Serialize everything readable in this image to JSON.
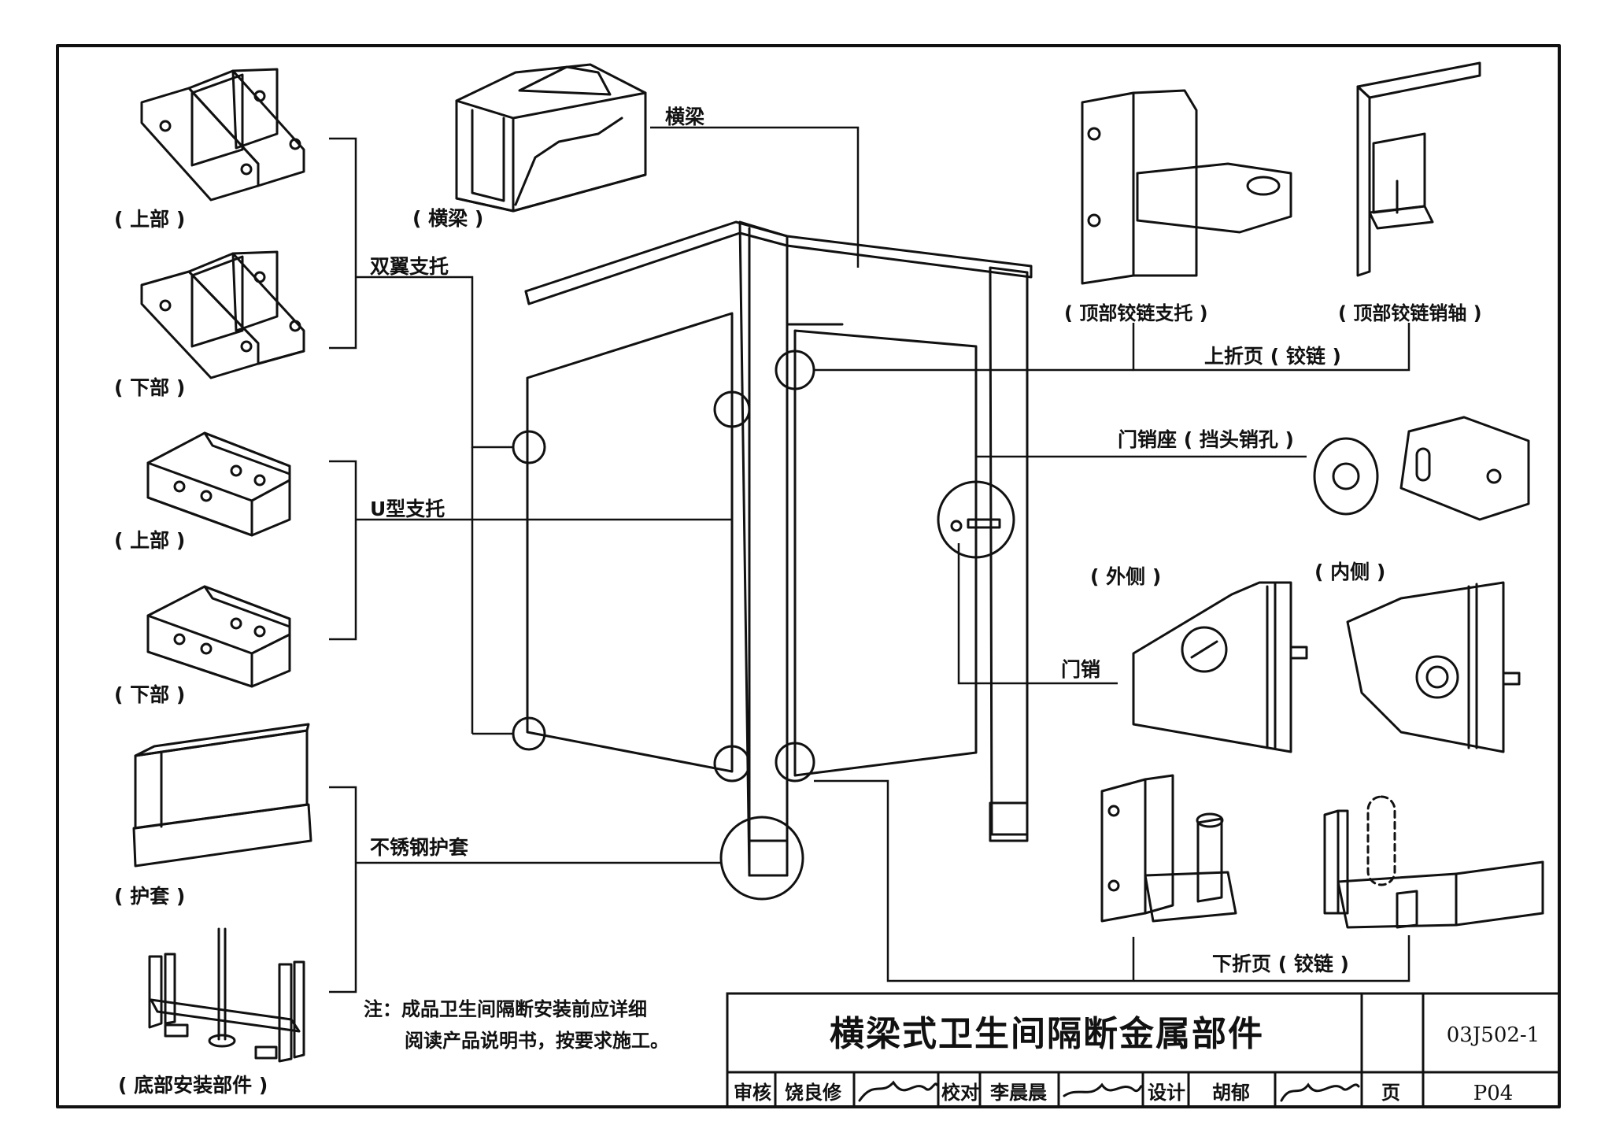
{
  "labels": {
    "crossbeam_top": "横梁",
    "crossbeam_part": "( 横梁 )",
    "double_wing_bracket": "双翼支托",
    "upper_1": "( 上部 )",
    "lower_1": "( 下部 )",
    "u_bracket": "U型支托",
    "upper_2": "( 上部 )",
    "lower_2": "( 下部 )",
    "sleeve_group": "不锈钢护套",
    "sleeve_part": "( 护套 )",
    "base_part": "( 底部安装部件 )",
    "top_hinge_bracket": "( 顶部铰链支托 )",
    "top_hinge_pin": "( 顶部铰链销轴 )",
    "upper_hinge": "上折页 ( 铰链 )",
    "latch_seat": "门销座 ( 挡头销孔 )",
    "outer_side": "( 外侧 )",
    "inner_side": "( 内侧 )",
    "door_latch": "门销",
    "lower_hinge": "下折页 ( 铰链 )"
  },
  "note": {
    "line1": "注：成品卫生间隔断安装前应详细",
    "line2": "阅读产品说明书，按要求施工。"
  },
  "title_block": {
    "title": "横梁式卫生间隔断金属部件",
    "atlas_code": "03J502-1",
    "review_label": "审核",
    "reviewer": "饶良修",
    "check_label": "校对",
    "checker": "李晨晨",
    "design_label": "设计",
    "designer": "胡郁",
    "page_label": "页",
    "page_no": "P04"
  }
}
